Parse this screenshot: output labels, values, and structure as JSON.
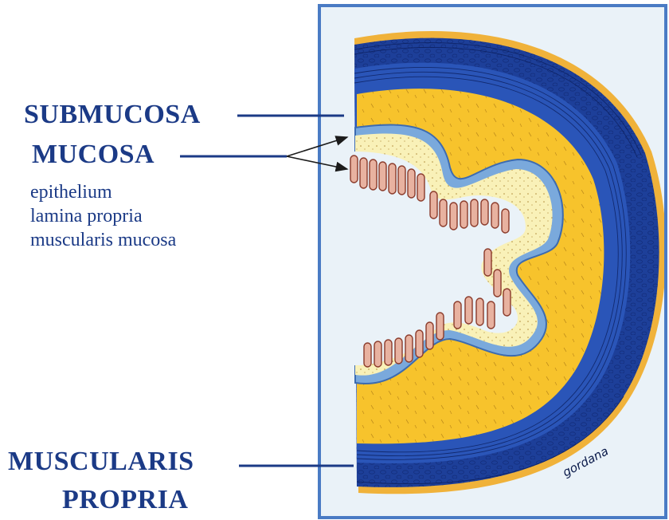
{
  "labels": {
    "submucosa": "SUBMUCOSA",
    "mucosa": "MUCOSA",
    "mucosa_parts": [
      "epithelium",
      "lamina propria",
      "muscularis mucosa"
    ],
    "muscularis_line1": "MUSCULARIS",
    "muscularis_line2": "PROPRIA"
  },
  "signature": "gordana",
  "colors": {
    "label_text": "#1b3a86",
    "frame": "#4a7bc4",
    "background": "#eaf2f8",
    "serosa": "#f0b23a",
    "muscularis_dark": "#1d3f99",
    "muscularis_mid": "#2a55b8",
    "submucosa": "#f7c32c",
    "muscularis_mucosa": "#7aa9dc",
    "lamina_propria": "#f9f1b8",
    "epithelium": "#e8b2a0"
  }
}
